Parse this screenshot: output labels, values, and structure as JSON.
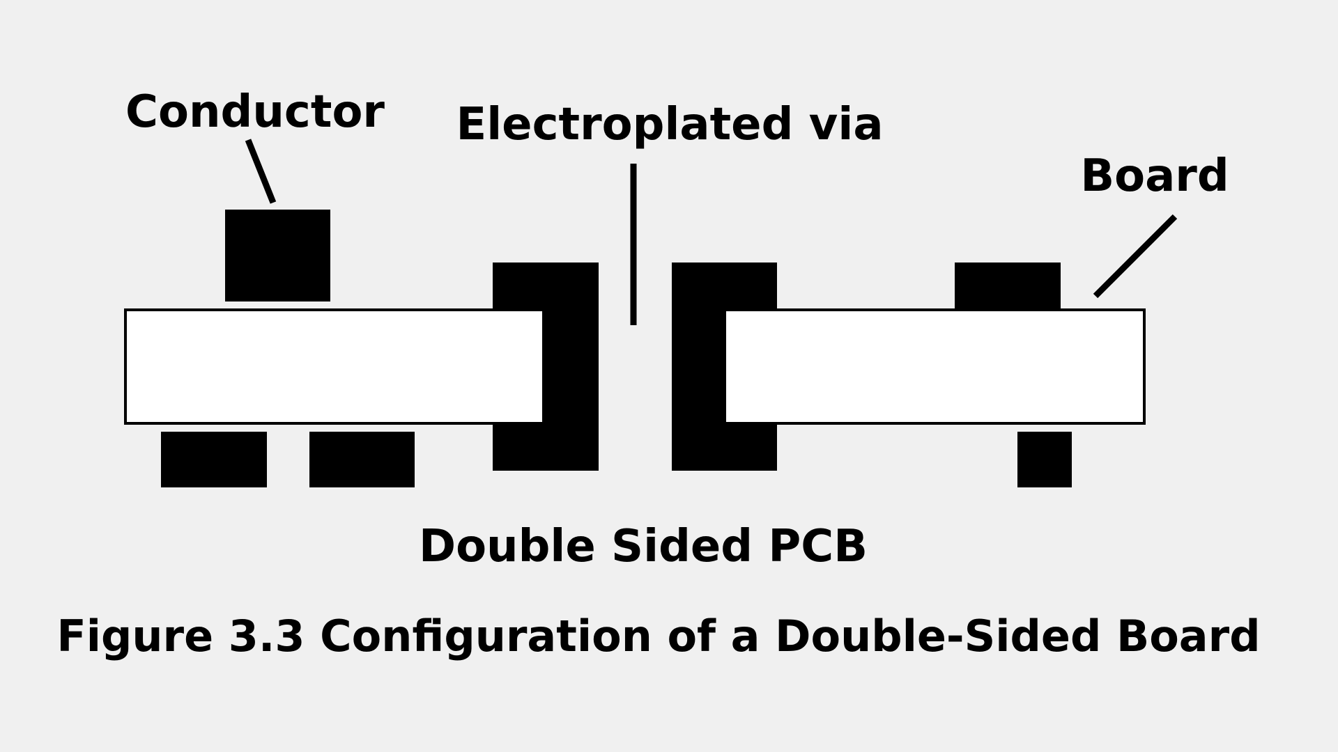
{
  "labels": {
    "conductor": "Conductor",
    "via": "Electroplated via",
    "board": "Board",
    "subtitle": "Double Sided PCB",
    "caption": "Figure 3.3  Configuration of a Double-Sided Board"
  },
  "colors": {
    "background": "#f0f0f0",
    "board_fill": "#ffffff",
    "conductor_fill": "#000000",
    "stroke": "#000000"
  }
}
